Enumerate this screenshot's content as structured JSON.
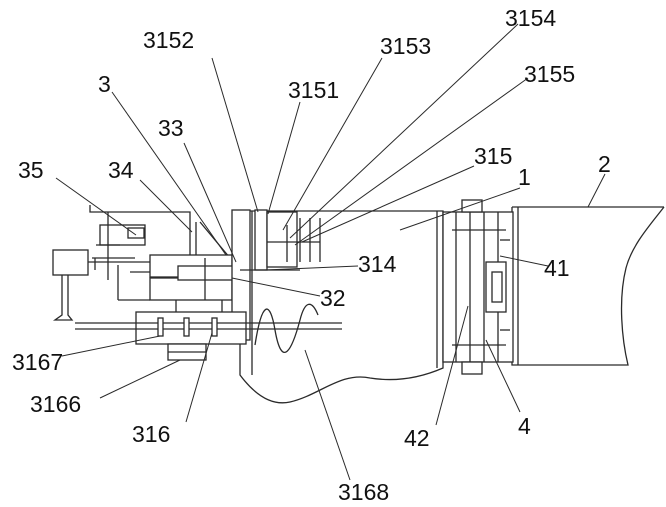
{
  "figure": {
    "labels": {
      "l3152": "3152",
      "l3153": "3153",
      "l3154": "3154",
      "l3155": "3155",
      "l3151": "3151",
      "l3": "3",
      "l33": "33",
      "l35": "35",
      "l34": "34",
      "l315": "315",
      "l1": "1",
      "l2": "2",
      "l314": "314",
      "l41": "41",
      "l32": "32",
      "l3167": "3167",
      "l3166": "3166",
      "l316": "316",
      "l42": "42",
      "l4": "4",
      "l3168": "3168"
    }
  }
}
